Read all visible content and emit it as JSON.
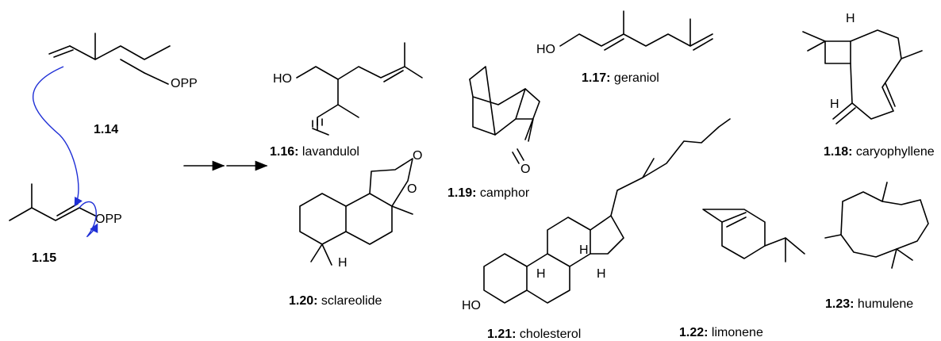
{
  "atoms": {
    "opp": "OPP",
    "ho": "HO",
    "o": "O",
    "h": "H"
  },
  "compounds": [
    {
      "id": "1.14",
      "name": ""
    },
    {
      "id": "1.15",
      "name": ""
    },
    {
      "id": "1.16:",
      "name": " lavandulol"
    },
    {
      "id": "1.17:",
      "name": " geraniol"
    },
    {
      "id": "1.18:",
      "name": " caryophyllene"
    },
    {
      "id": "1.19:",
      "name": " camphor"
    },
    {
      "id": "1.20:",
      "name": " sclareolide"
    },
    {
      "id": "1.21:",
      "name": " cholesterol"
    },
    {
      "id": "1.22:",
      "name": " limonene"
    },
    {
      "id": "1.23:",
      "name": " humulene"
    }
  ],
  "colors": {
    "bonds": "#000000",
    "mechanism_arrows": "#1f2fd6"
  }
}
